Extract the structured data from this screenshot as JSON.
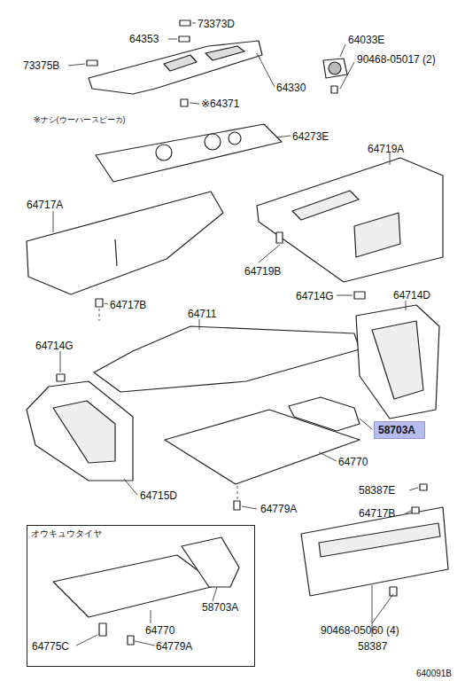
{
  "diagram": {
    "nodes": [
      {
        "text": [
          "58703A"
        ]
      },
      {
        "text": [
          "オウキュウタイヤ"
        ]
      }
    ],
    "labels": [
      "73373D",
      "64353",
      "64033E",
      "73375B",
      "90468-05017 (2)",
      "64330",
      "※64371",
      "※ナシ(ウーハースピーカ)",
      "64273E",
      "64719A",
      "64717A",
      "64719B",
      "64717B",
      "64711",
      "64714G",
      "64714D",
      "64714G",
      "64770",
      "58387E",
      "64715D",
      "64779A",
      "64717B",
      "58703A",
      "64770",
      "64775C",
      "64779A",
      "90468-05060 (4)",
      "58387",
      "640091B"
    ]
  }
}
